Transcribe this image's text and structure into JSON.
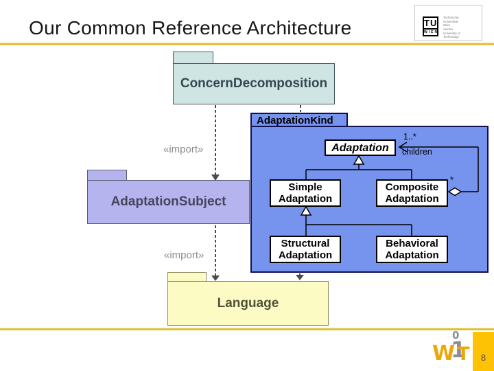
{
  "slide": {
    "title": "Our Common Reference Architecture",
    "page_number": "8"
  },
  "tu_logo": {
    "abbr": "TU",
    "city": "WIEN",
    "text_de": "Technische\nUniversität\nWien",
    "text_en": "Vienna\nUniversity of\nTechnology"
  },
  "wit_logo": {
    "w": "W",
    "zero": "0",
    "one": "1",
    "t": "T"
  },
  "diagram": {
    "packages": {
      "concern": {
        "label": "ConcernDecomposition",
        "fill": "#cfe5e3"
      },
      "subject": {
        "label": "AdaptationSubject",
        "fill": "#b6b4ef"
      },
      "language": {
        "label": "Language",
        "fill": "#fbfbc3"
      },
      "kind": {
        "label": "AdaptationKind",
        "fill": "#7693ee"
      }
    },
    "classes": {
      "adaptation": "Adaptation",
      "simple": "Simple Adaptation",
      "composite": "Composite Adaptation",
      "structural": "Structural Adaptation",
      "behavioral": "Behavioral Adaptation"
    },
    "edge_labels": {
      "import1": "«import»",
      "import2": "«import»",
      "multiplicity": "1..*",
      "role": "children",
      "star": "*"
    }
  },
  "colors": {
    "accent_gold": "#dcbe37",
    "panel_blue": "#7693ee",
    "package_teal": "#cfe5e3",
    "package_lavender": "#b6b4ef",
    "package_yellow": "#fbfbc3",
    "badge_amber": "#fcc203",
    "wit_gold": "#eda70a"
  }
}
